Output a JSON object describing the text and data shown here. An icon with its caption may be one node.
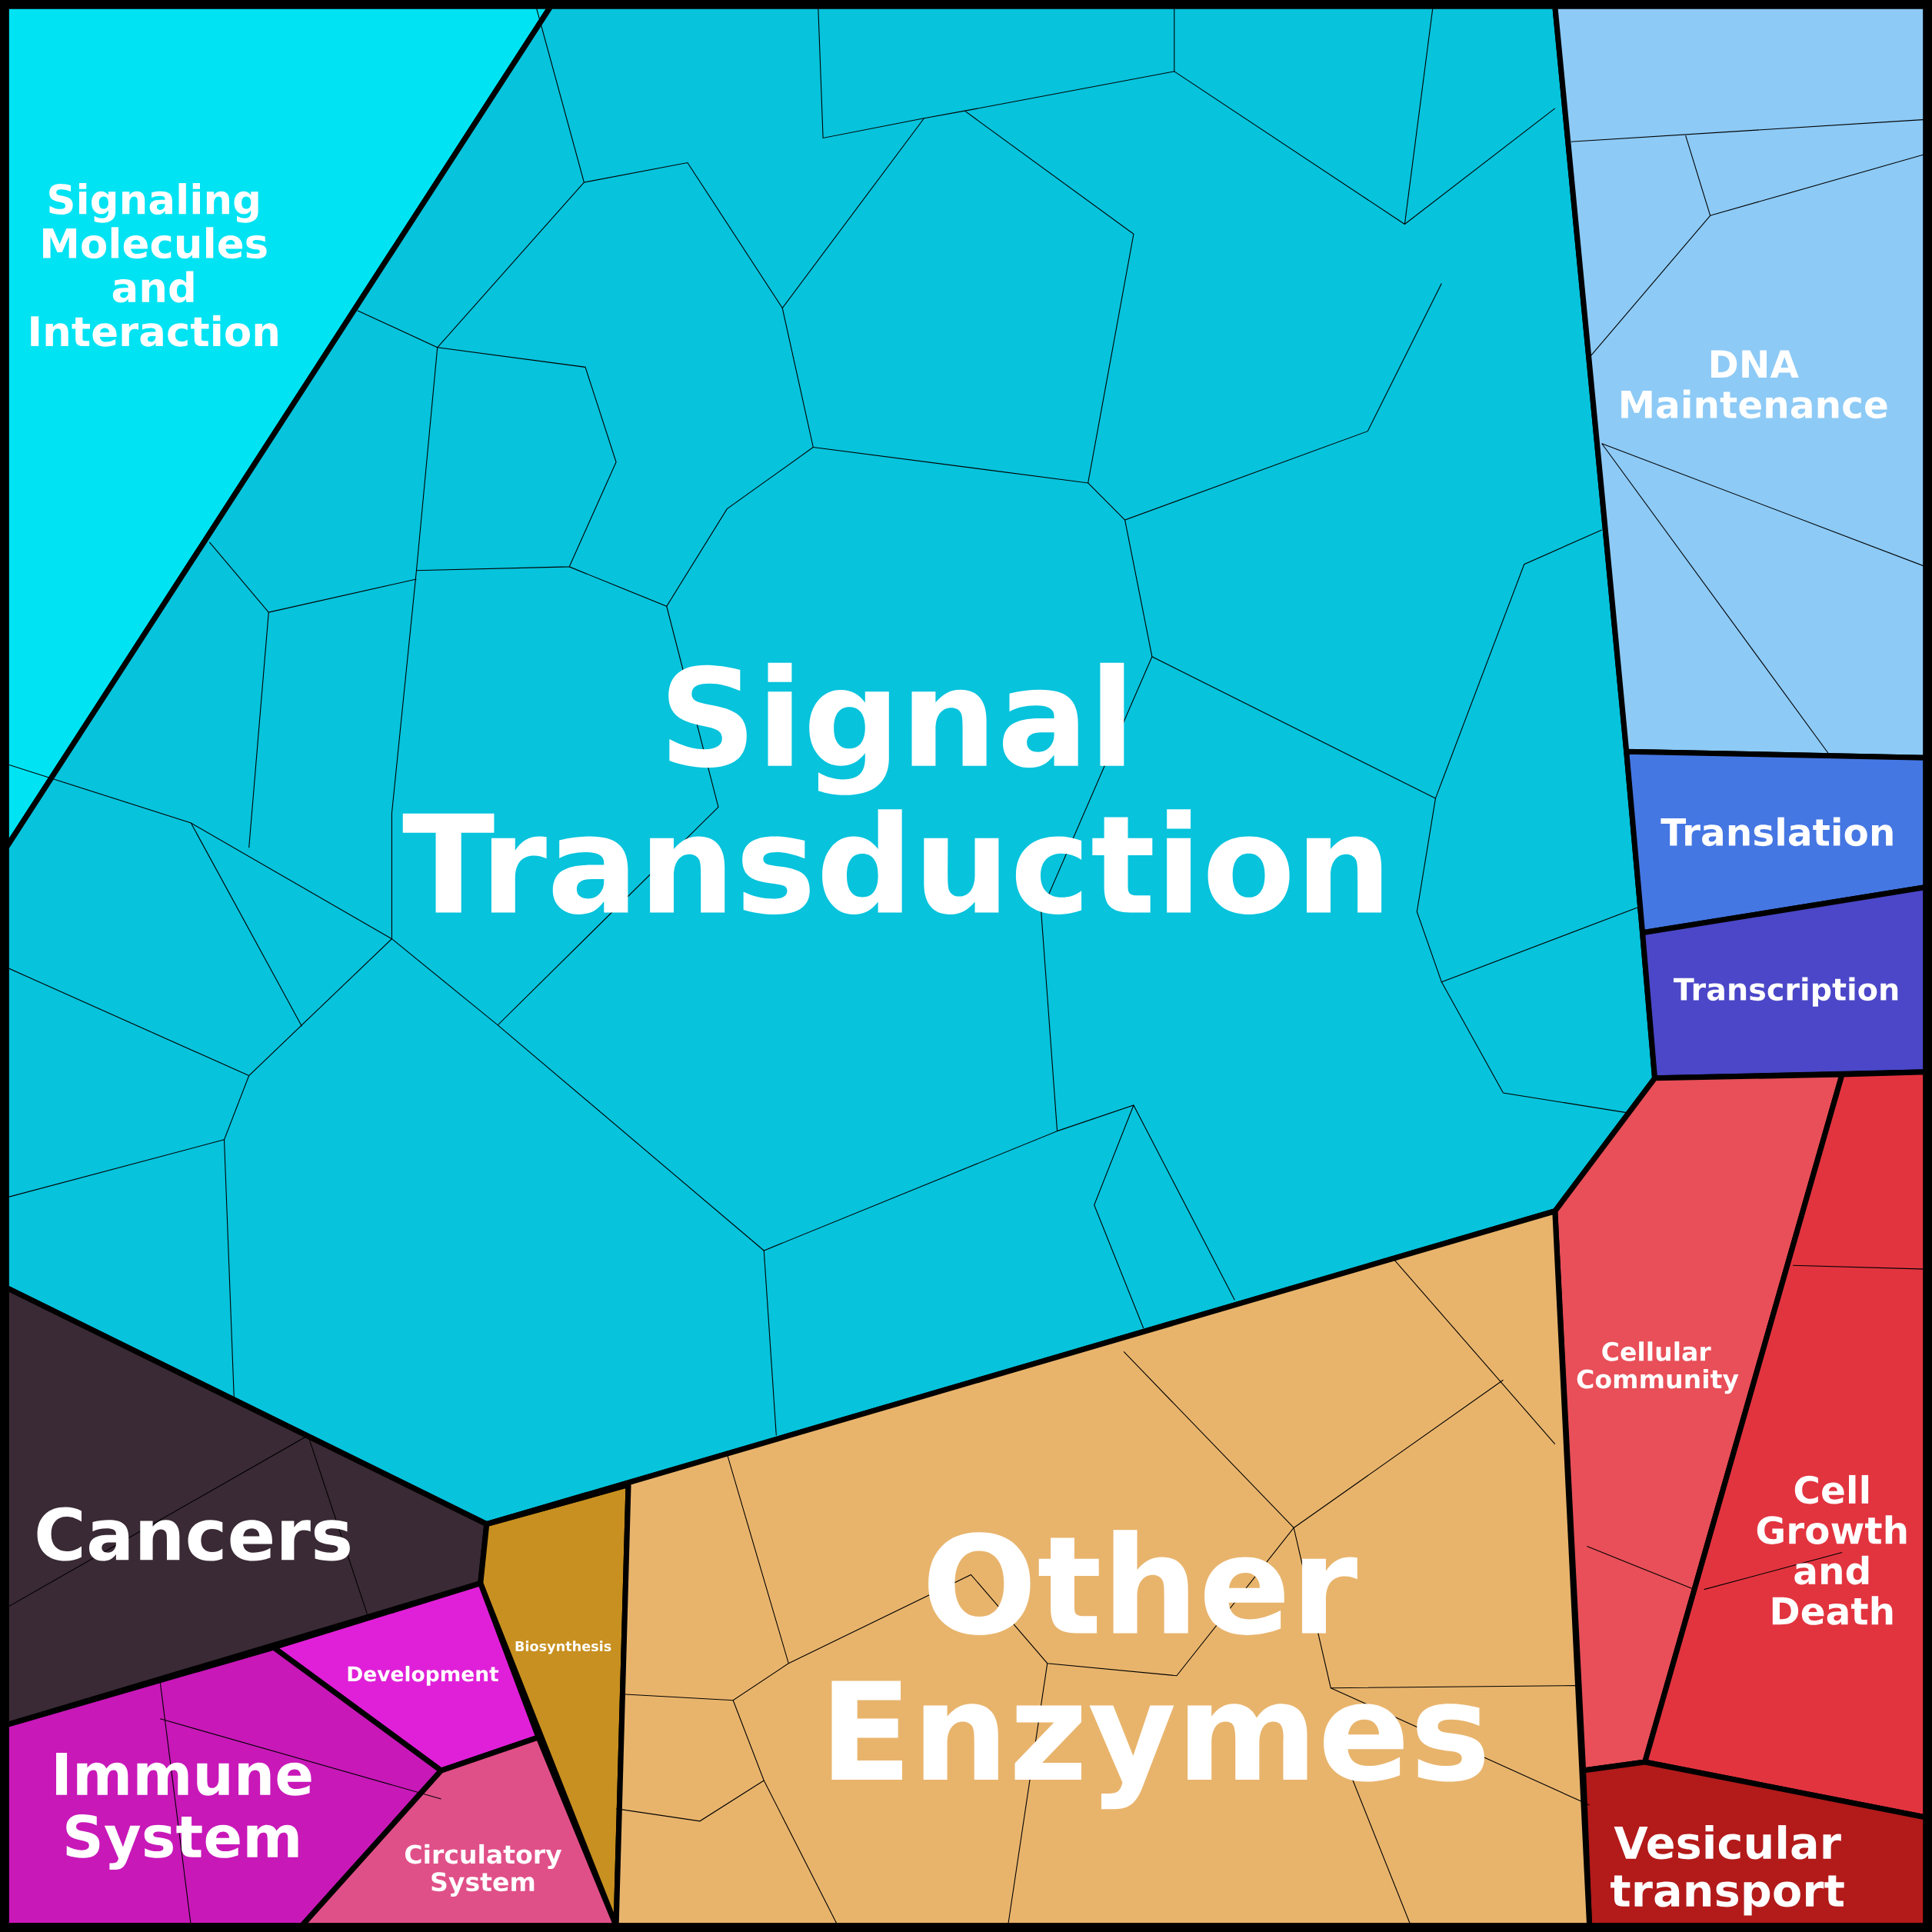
{
  "diagram": {
    "nodes": [
      {
        "text": [
          "Signaling Molecules and Interaction"
        ]
      },
      {
        "text": [
          "Signal Transduction"
        ]
      },
      {
        "text": [
          "DNA Maintenance"
        ]
      },
      {
        "text": [
          "Translation"
        ]
      },
      {
        "text": [
          "Transcription"
        ]
      },
      {
        "text": [
          "Cellular Community"
        ]
      },
      {
        "text": [
          "Cell Growth and Death"
        ]
      },
      {
        "text": [
          "Vesicular transport"
        ]
      },
      {
        "text": [
          "Cancers"
        ]
      },
      {
        "text": [
          "Biosynthesis"
        ]
      },
      {
        "text": [
          "Other Enzymes"
        ]
      },
      {
        "text": [
          "Development"
        ]
      },
      {
        "text": [
          "Immune System"
        ]
      },
      {
        "text": [
          "Circulatory System"
        ]
      }
    ]
  }
}
